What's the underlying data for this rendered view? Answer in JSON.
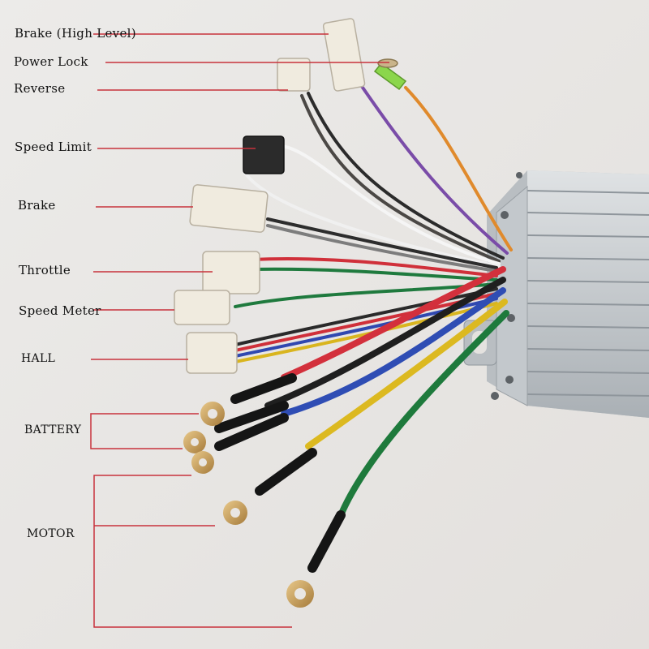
{
  "labels": {
    "brake_high": "Brake (High Level)",
    "power_lock": "Power Lock",
    "reverse": "Reverse",
    "speed_limit": "Speed Limit",
    "brake": "Brake",
    "throttle": "Throttle",
    "speed_meter": "Speed Meter",
    "hall": "HALL",
    "battery": "BATTERY",
    "motor": "MOTOR"
  },
  "colors": {
    "leader": "#c8323c",
    "background": "#e9e6e3",
    "controller": "#c9ccce",
    "connector": "#efe9dc"
  }
}
